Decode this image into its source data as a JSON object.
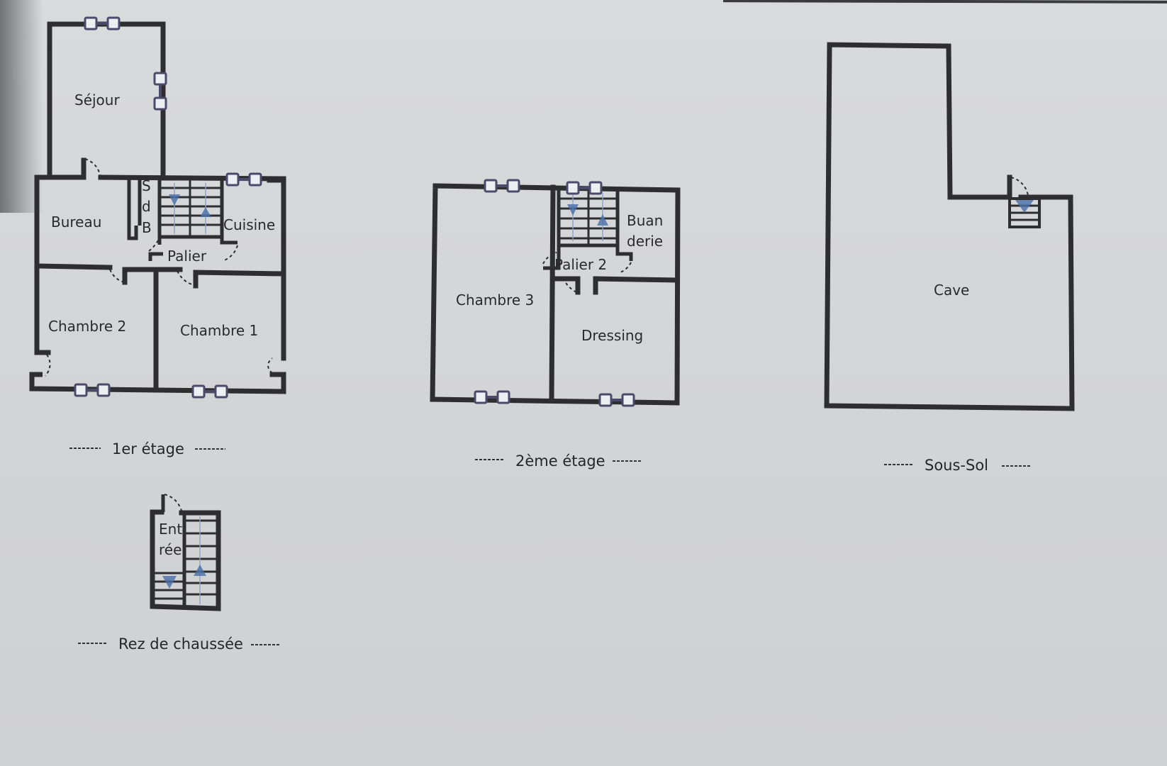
{
  "document": {
    "type": "floor-plan",
    "plans": [
      {
        "id": "1er-etage",
        "caption": "1er étage",
        "rooms": [
          "Séjour",
          "Bureau",
          "S",
          "d",
          "B",
          "Cuisine",
          "Palier",
          "Chambre 2",
          "Chambre 1"
        ]
      },
      {
        "id": "2eme-etage",
        "caption": "2ème étage",
        "rooms": [
          "Chambre 3",
          "Buan",
          "derie",
          "Palier 2",
          "Dressing"
        ]
      },
      {
        "id": "sous-sol",
        "caption": "Sous-Sol",
        "rooms": [
          "Cave"
        ]
      },
      {
        "id": "rez-de-chaussee",
        "caption": "Rez de chaussée",
        "rooms": [
          "Ent",
          "rée"
        ]
      }
    ],
    "caption_dashes": "-----",
    "colors": {
      "paper": "#d6d7d9",
      "wall": "#2e2e30",
      "window": "#4b4a6a",
      "stair_arrow": "#4a6fa8"
    }
  }
}
